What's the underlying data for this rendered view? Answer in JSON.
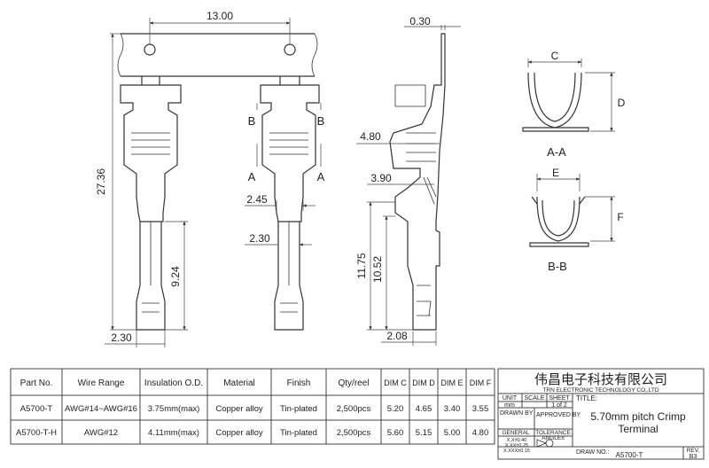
{
  "drawing": {
    "front_view": {
      "dim_width": "13.00",
      "dim_height": "27.36",
      "dim_lower": "9.24",
      "dim_tip": "2.30"
    },
    "middle_view": {
      "dim_a": "2.45",
      "dim_b": "2.30",
      "label_b_left": "B",
      "label_b_right": "B",
      "label_a_left": "A",
      "label_a_right": "A"
    },
    "side_view": {
      "dim_thickness": "0.30",
      "dim_480": "4.80",
      "dim_390": "3.90",
      "dim_1175": "11.75",
      "dim_1052": "10.52",
      "dim_208": "2.08"
    },
    "section_aa": {
      "label_c": "C",
      "label_d": "D",
      "caption": "A-A"
    },
    "section_bb": {
      "label_e": "E",
      "label_f": "F",
      "caption": "B-B"
    }
  },
  "spec_table": {
    "headers": [
      "Part No.",
      "Wire Range",
      "Insulation O.D.",
      "Material",
      "Finish",
      "Qty/reel",
      "DIM C",
      "DIM D",
      "DIM E",
      "DIM F"
    ],
    "rows": [
      [
        "A5700-T",
        "AWG#14~AWG#16",
        "3.75mm(max)",
        "Copper alloy",
        "Tin-plated",
        "2,500pcs",
        "5.20",
        "4.65",
        "3.40",
        "3.55"
      ],
      [
        "A5700-T-H",
        "AWG#12",
        "4.11mm(max)",
        "Copper alloy",
        "Tin-plated",
        "2,500pcs",
        "5.60",
        "5.15",
        "5.00",
        "4.80"
      ]
    ]
  },
  "title_block": {
    "company_cn": "伟昌电子科技有限公司",
    "company_en": "TRN ELECTRONIC TECHNOLOGY CO.,LTD",
    "unit_label": "UNIT",
    "unit_value": "mm",
    "scale_label": "SCALE",
    "sheet_label": "SHEET",
    "sheet_value": "1 of 2",
    "title_label": "TITLE:",
    "title_line1": "5.70mm pitch Crimp",
    "title_line2": "Terminal",
    "drawn_by": "DRAWN BY",
    "approved_by": "APPROVED BY",
    "general": "GENERAL",
    "tolerance": "TOLERANCE",
    "tol_1": "X.X±0.40",
    "tol_2": "X.XX±0.25",
    "tol_3": "X.XXX±0.15",
    "angle": "ANGLE±",
    "draw_no_label": "DRAW NO.:",
    "draw_no": "A5700-T",
    "rev_label": "REV.",
    "rev_value": "B3"
  }
}
